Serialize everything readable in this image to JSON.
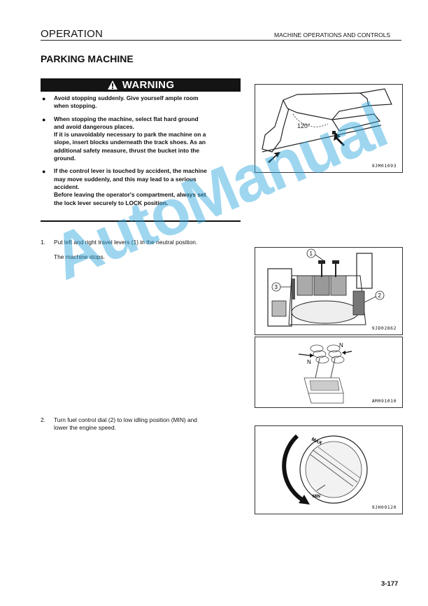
{
  "header": {
    "section": "OPERATION",
    "chapter": "MACHINE OPERATIONS AND CONTROLS"
  },
  "title": "PARKING MACHINE",
  "warning": {
    "label": "WARNING",
    "items": [
      {
        "lines": [
          "Avoid stopping suddenly. Give yourself ample room",
          "when stopping."
        ]
      },
      {
        "lines": [
          "When stopping the machine, select flat hard ground",
          "and avoid dangerous places.",
          "If it is unavoidably necessary to park the machine on a",
          "slope, insert blocks underneath the track shoes. As an",
          "additional safety measure, thrust the bucket into the",
          "ground."
        ]
      },
      {
        "lines": [
          "If the control lever is touched by accident, the machine",
          "may move suddenly, and this may lead to a serious",
          "accident.",
          "Before leaving the operator's compartment, always set",
          "the lock lever securely to LOCK position."
        ]
      }
    ]
  },
  "steps": [
    {
      "num": "1.",
      "text": "Put left and right travel levers (1) in the neutral position.",
      "note": "The machine stops."
    },
    {
      "num": "2.",
      "line1": "Turn fuel control dial (2) to low idling position (MIN) and",
      "line2": "lower the engine speed."
    }
  ],
  "figures": {
    "fig1": {
      "code": "9JM01093",
      "angle": "120°"
    },
    "fig2": {
      "code": "9JD02862",
      "callouts": [
        "1",
        "2",
        "3"
      ]
    },
    "fig3": {
      "code": "AM091010",
      "labels": [
        "N",
        "N"
      ]
    },
    "fig4": {
      "code": "9JH09120",
      "max": "MAX",
      "min": "MIN"
    }
  },
  "page_number": "3-177",
  "watermark": "AutoManual"
}
